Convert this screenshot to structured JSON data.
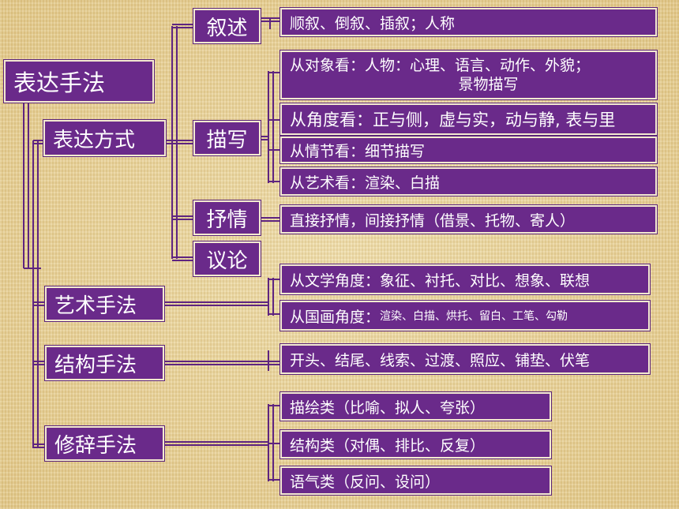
{
  "root": {
    "label": "表达手法"
  },
  "categories": {
    "expression": "表达方式",
    "art": "艺术手法",
    "structure": "结构手法",
    "rhetoric": "修辞手法"
  },
  "expression_modes": {
    "narration": "叙述",
    "description": "描写",
    "lyric": "抒情",
    "argument": "议论"
  },
  "details": {
    "narration": "顺叙、倒叙、插叙；人称",
    "desc_object_1": "从对象看：人物：心理、语言、动作、外貌；",
    "desc_object_2": "景物描写",
    "desc_angle": "从角度看：正与侧，虚与实，动与静, 表与里",
    "desc_plot": "从情节看：细节描写",
    "desc_art": "从艺术看：渲染、白描",
    "lyric": "直接抒情，间接抒情（借景、托物、寄人）",
    "art_literary": "从文学角度：象征、衬托、对比、想象、联想",
    "art_painting_prefix": "从国画角度：",
    "art_painting_items": "渲染、白描、烘托、留白、工笔、勾勒",
    "structure": "开头、结尾、线索、过渡、照应、铺垫、伏笔",
    "rhetoric_depict": "描绘类（比喻、拟人、夸张）",
    "rhetoric_structure": "结构类（对偶、排比、反复）",
    "rhetoric_tone": "语气类（反问、设问）"
  },
  "colors": {
    "box": "#6a2a8a",
    "border": "#f4ead0",
    "line": "#5e2480"
  }
}
